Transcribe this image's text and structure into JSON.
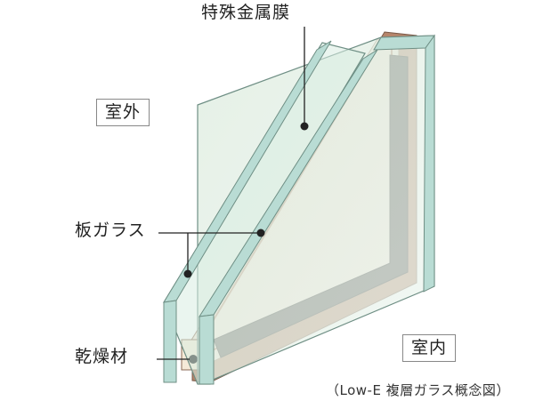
{
  "labels": {
    "special_metal_film": "特殊金属膜",
    "outdoor": "室外",
    "plate_glass": "板ガラス",
    "desiccant": "乾燥材",
    "indoor": "室内",
    "caption": "（Low-E 複層ガラス概念図）"
  },
  "colors": {
    "glass_fill": "#e3f0e6",
    "glass_edge": "#b9dcd4",
    "glass_stroke": "#6f8f85",
    "spacer_dark": "#4b4644",
    "frame_brown": "#b6856b",
    "frame_light": "#f3e6d9",
    "leader_line": "#222222"
  }
}
